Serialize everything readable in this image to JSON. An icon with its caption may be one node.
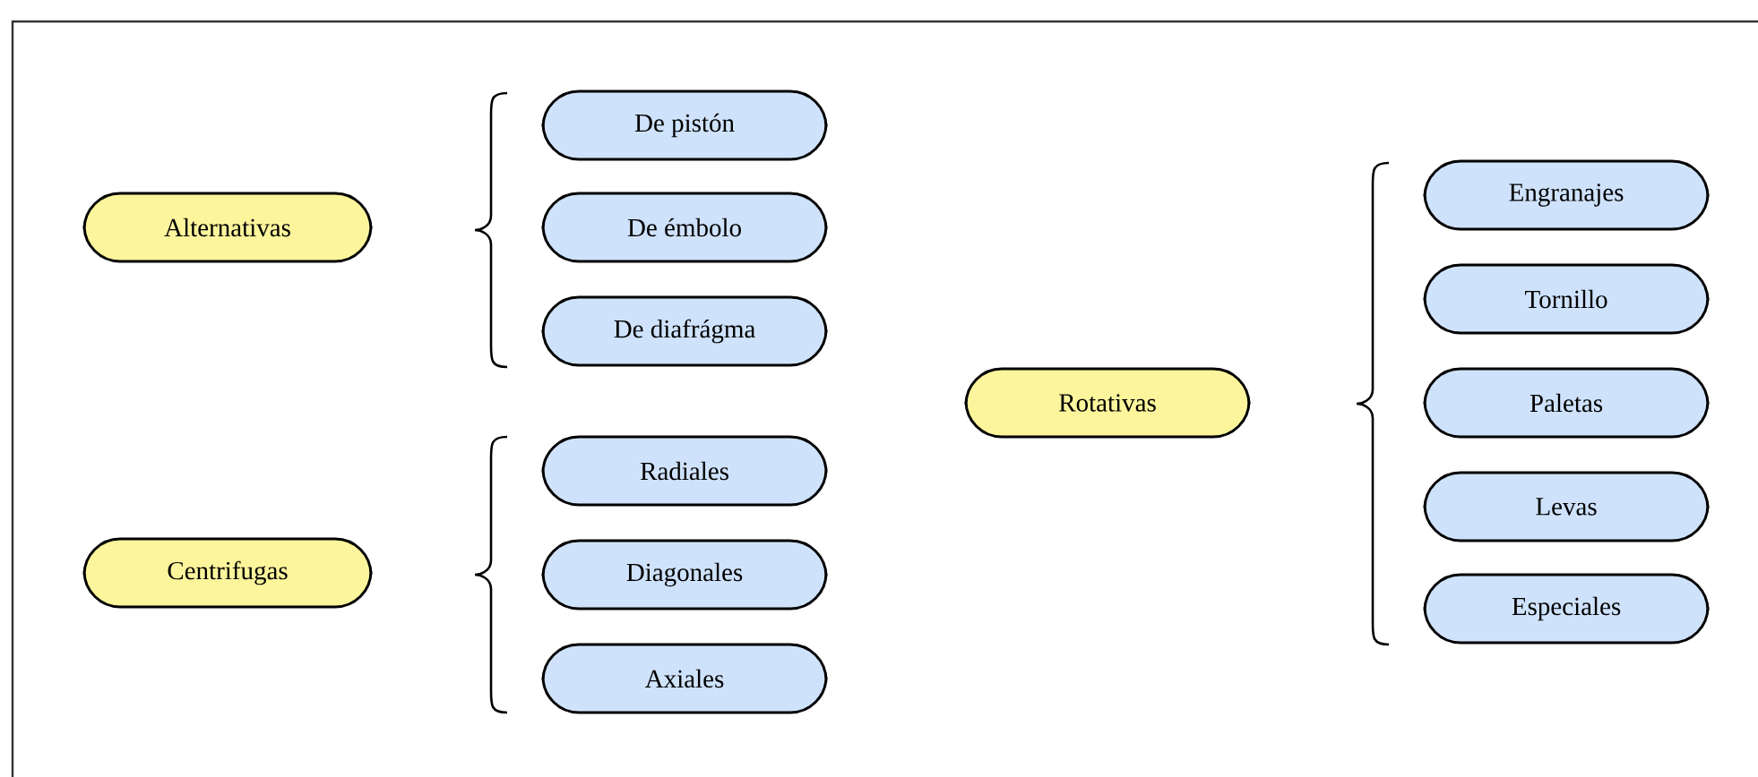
{
  "diagram": {
    "nodes": [
      {
        "text": [
          "Alternativas"
        ]
      },
      {
        "text": [
          "De pistón"
        ]
      },
      {
        "text": [
          "De émbolo"
        ]
      },
      {
        "text": [
          "De diafrágma"
        ]
      },
      {
        "text": [
          "Centrifugas"
        ]
      },
      {
        "text": [
          "Radiales"
        ]
      },
      {
        "text": [
          "Diagonales"
        ]
      },
      {
        "text": [
          "Axiales"
        ]
      },
      {
        "text": [
          "Rotativas"
        ]
      },
      {
        "text": [
          "Engranajes"
        ]
      },
      {
        "text": [
          "Tornillo"
        ]
      },
      {
        "text": [
          "Paletas"
        ]
      },
      {
        "text": [
          "Levas"
        ]
      },
      {
        "text": [
          "Especiales"
        ]
      }
    ]
  }
}
